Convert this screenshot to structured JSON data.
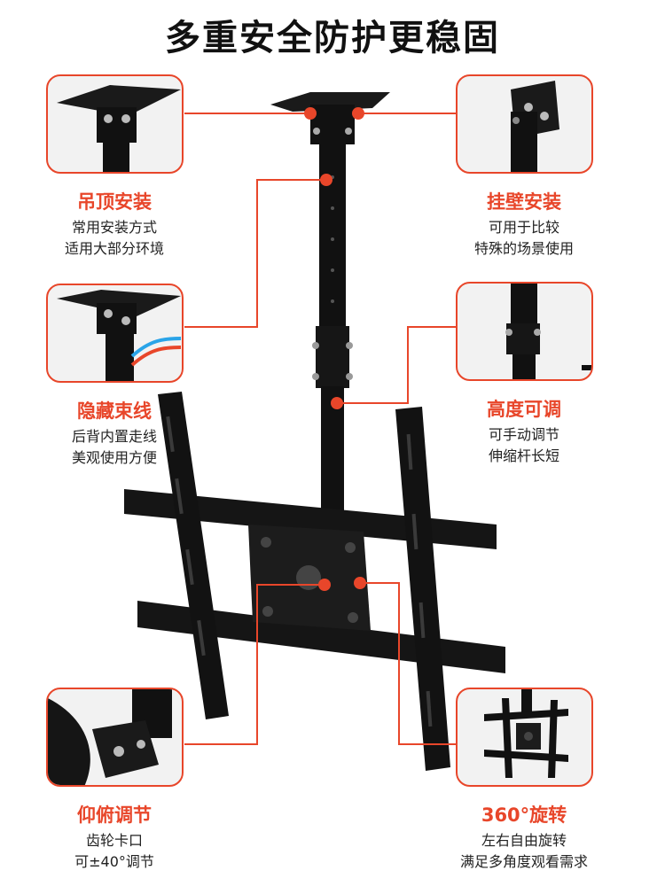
{
  "title": "多重安全防护更稳固",
  "accent": "#e8462a",
  "features": [
    {
      "title": "吊顶安装",
      "lines": [
        "常用安装方式",
        "适用大部分环境"
      ]
    },
    {
      "title": "挂壁安装",
      "lines": [
        "可用于比较",
        "特殊的场景使用"
      ]
    },
    {
      "title": "隐藏束线",
      "lines": [
        "后背内置走线",
        "美观使用方便"
      ]
    },
    {
      "title": "高度可调",
      "lines": [
        "可手动调节",
        "伸缩杆长短"
      ]
    },
    {
      "title": "仰俯调节",
      "lines": [
        "齿轮卡口",
        "可±40°调节"
      ]
    },
    {
      "title": "360°旋转",
      "lines": [
        "左右自由旋转",
        "满足多角度观看需求"
      ]
    }
  ]
}
